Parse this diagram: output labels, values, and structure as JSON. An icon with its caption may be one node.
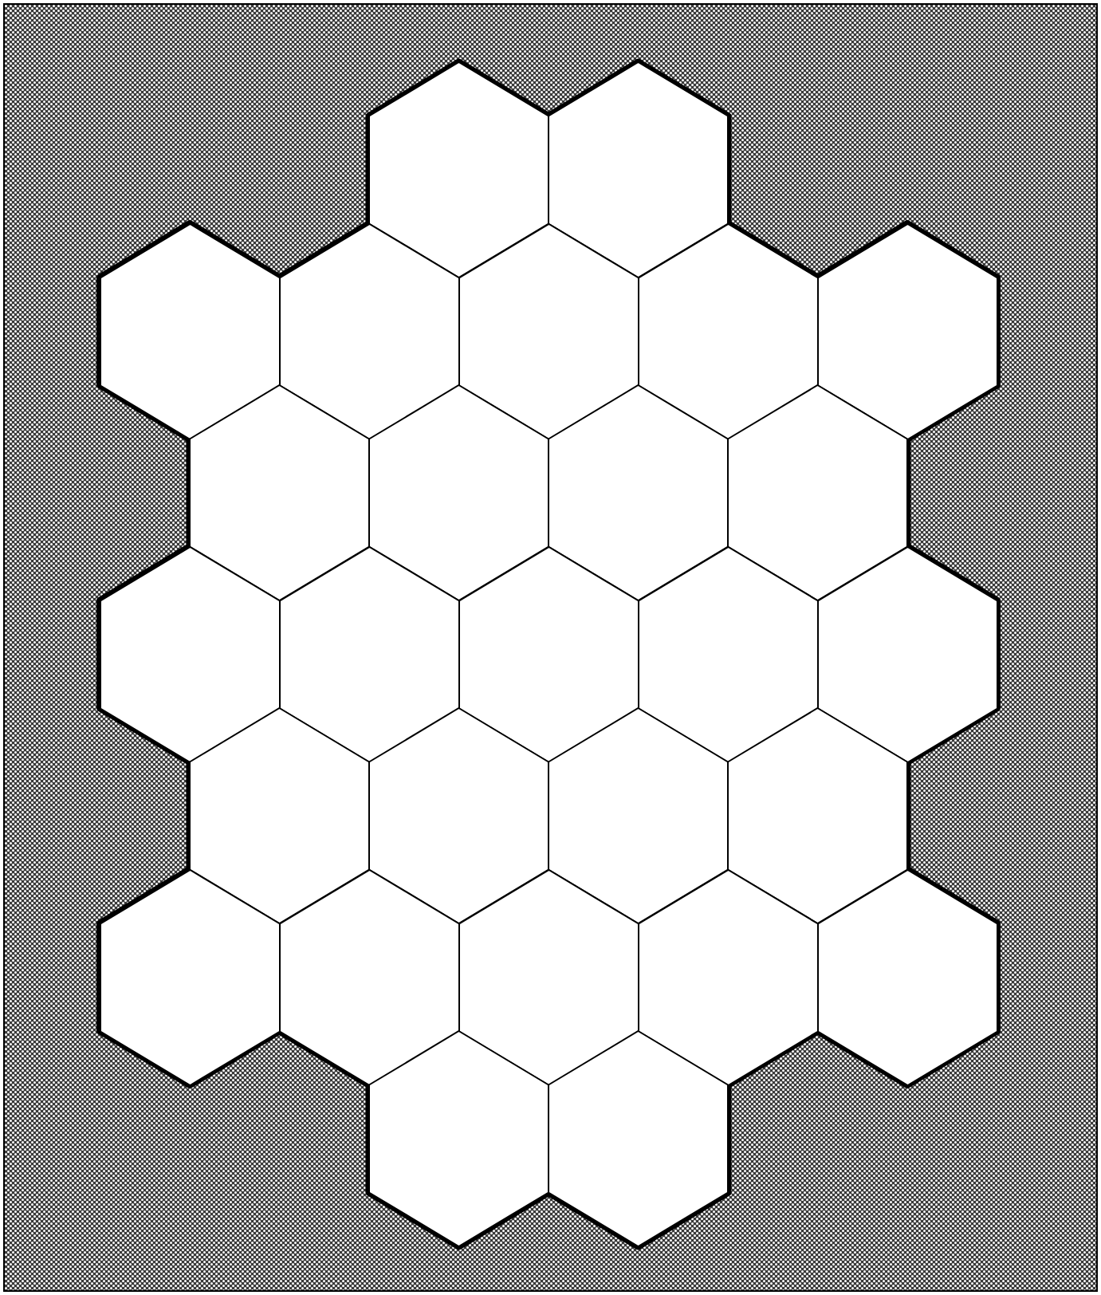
{
  "diagram": {
    "nodes": [
      {
        "text": [],
        "shape": "hexagon"
      },
      {
        "text": [],
        "shape": "hexagon"
      },
      {
        "text": [],
        "shape": "hexagon"
      },
      {
        "text": [],
        "shape": "hexagon"
      },
      {
        "text": [],
        "shape": "hexagon"
      },
      {
        "text": [],
        "shape": "hexagon"
      },
      {
        "text": [],
        "shape": "hexagon"
      },
      {
        "text": [],
        "shape": "hexagon"
      },
      {
        "text": [],
        "shape": "hexagon"
      },
      {
        "text": [],
        "shape": "hexagon"
      },
      {
        "text": [],
        "shape": "hexagon"
      },
      {
        "text": [],
        "shape": "hexagon"
      },
      {
        "text": [],
        "shape": "hexagon"
      },
      {
        "text": [],
        "shape": "hexagon"
      },
      {
        "text": [],
        "shape": "hexagon"
      },
      {
        "text": [],
        "shape": "hexagon"
      },
      {
        "text": [],
        "shape": "hexagon"
      },
      {
        "text": [],
        "shape": "hexagon"
      },
      {
        "text": [],
        "shape": "hexagon"
      },
      {
        "text": [],
        "shape": "hexagon"
      },
      {
        "text": [],
        "shape": "hexagon"
      },
      {
        "text": [],
        "shape": "hexagon"
      },
      {
        "text": [],
        "shape": "hexagon"
      },
      {
        "text": [],
        "shape": "hexagon"
      },
      {
        "text": [],
        "shape": "hexagon"
      },
      {
        "text": [],
        "shape": "hexagon"
      },
      {
        "text": [],
        "shape": "hexagon"
      }
    ]
  }
}
